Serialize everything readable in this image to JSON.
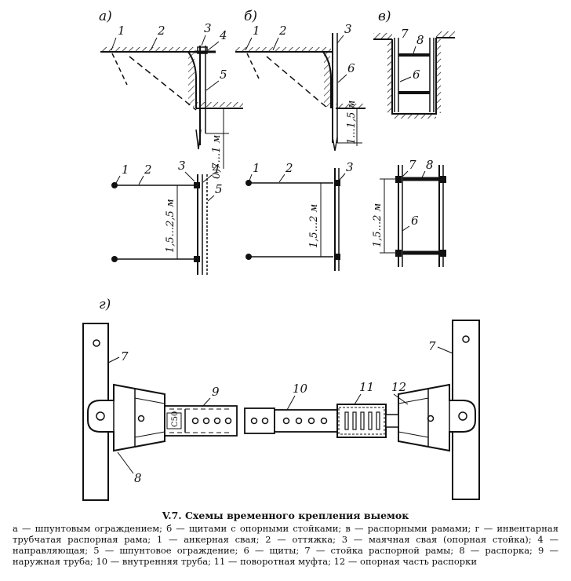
{
  "figure": {
    "panels": {
      "a": "а)",
      "b": "б)",
      "v": "в)",
      "g": "г)"
    },
    "callouts": {
      "n1": "1",
      "n2": "2",
      "n3": "3",
      "n4": "4",
      "n5": "5",
      "n6": "6",
      "n7": "7",
      "n8": "8",
      "n9": "9",
      "n10": "10",
      "n11": "11",
      "n12": "12"
    },
    "dims": {
      "a_depth": "0,7...1 м",
      "b_depth": "1...1,5 м",
      "a_spacing": "1,5...2,5 м",
      "b_spacing": "1,5...2 м",
      "v_spacing": "1,5...2 м"
    },
    "sleeve_mark": "С50"
  },
  "caption": {
    "title": "V.7. Схемы временного крепления выемок",
    "text": "а — шпунтовым ограждением; б — щитами с опорными стойками; в — распорными рамами; г — инвентарная трубчатая распорная рама; 1 — анкерная свая; 2 — оттяжка; 3 — маячная свая (опорная стойка); 4 — направляющая; 5 — шпунтовое ограждение; 6 — щиты; 7 — стойка распорной рамы; 8 — распорка; 9 — наружная труба; 10 — внутренняя труба; 11 — поворотная муфта; 12 — опорная часть распорки"
  }
}
